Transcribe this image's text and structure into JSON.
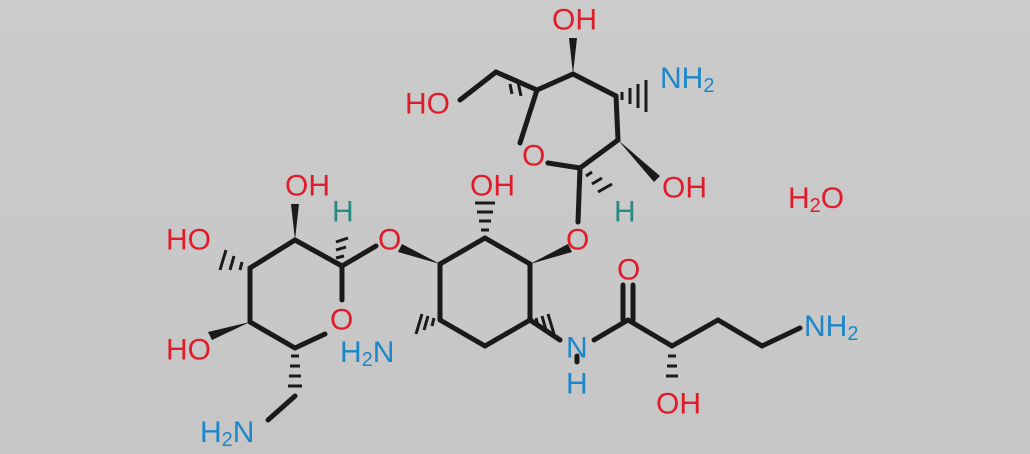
{
  "labels": {
    "oh_top": "OH",
    "nh2_top": "NH",
    "ho_ch2": "HO",
    "o_ring_top": "O",
    "oh_top_right": "OH",
    "h_top_ring": "H",
    "water": "H",
    "water_o": "O",
    "oh_mid": "OH",
    "o_link_right": "O",
    "oh_left_ring_top": "OH",
    "h_left_ring": "H",
    "ho_left_ring": "HO",
    "o_link_left": "O",
    "o_carbonyl": "O",
    "o_left_ring": "O",
    "ho_left_bottom": "HO",
    "h2n_mid": "H",
    "h2n_mid_n": "N",
    "nh_amide": "N",
    "h_amide": "H",
    "nh2_chain": "NH",
    "oh_chain": "OH",
    "h2n_bottom": "H",
    "h2n_bottom_n": "N",
    "sub2": "2"
  },
  "colors": {
    "oxygen": "#e01c2a",
    "nitrogen": "#1c86c9",
    "hydrogen": "#2a8a83",
    "bond": "#1a1a1a",
    "background": "#c8c8c8"
  }
}
